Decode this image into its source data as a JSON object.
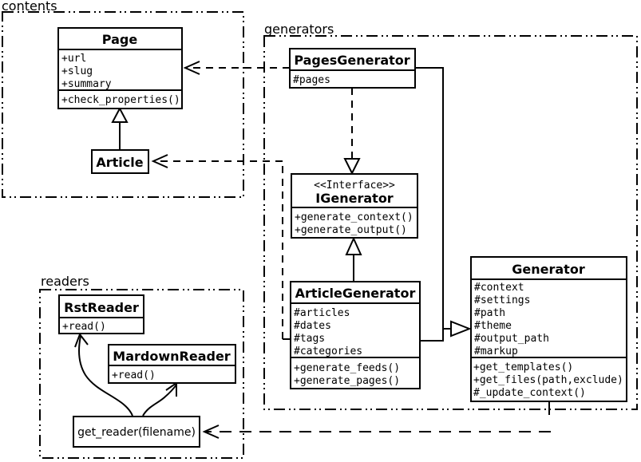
{
  "packages": {
    "contents": {
      "label": "contents"
    },
    "generators": {
      "label": "generators"
    },
    "readers": {
      "label": "readers"
    }
  },
  "classes": {
    "page": {
      "title": "Page",
      "attributes": [
        "+url",
        "+slug",
        "+summary"
      ],
      "methods": [
        "+check_properties()"
      ]
    },
    "article": {
      "title": "Article"
    },
    "pages_generator": {
      "title": "PagesGenerator",
      "attributes": [
        "#pages"
      ]
    },
    "igenerator": {
      "stereotype": "<<Interface>>",
      "title": "IGenerator",
      "methods": [
        "+generate_context()",
        "+generate_output()"
      ]
    },
    "article_generator": {
      "title": "ArticleGenerator",
      "attributes": [
        "#articles",
        "#dates",
        "#tags",
        "#categories"
      ],
      "methods": [
        "+generate_feeds()",
        "+generate_pages()"
      ]
    },
    "generator": {
      "title": "Generator",
      "attributes": [
        "#context",
        "#settings",
        "#path",
        "#theme",
        "#output_path",
        "#markup"
      ],
      "methods": [
        "+get_templates()",
        "+get_files(path,exclude)",
        "#_update_context()"
      ]
    },
    "rst_reader": {
      "title": "RstReader",
      "methods": [
        "+read()"
      ]
    },
    "markdown_reader": {
      "title": "MardownReader",
      "methods": [
        "+read()"
      ]
    },
    "get_reader": {
      "label": "get_reader(filename)"
    }
  },
  "relationships": [
    {
      "from": "Article",
      "to": "Page",
      "type": "generalization"
    },
    {
      "from": "PagesGenerator",
      "to": "Page",
      "type": "dependency"
    },
    {
      "from": "PagesGenerator",
      "to": "IGenerator",
      "type": "realization"
    },
    {
      "from": "ArticleGenerator",
      "to": "IGenerator",
      "type": "realization"
    },
    {
      "from": "PagesGenerator",
      "to": "Generator",
      "type": "generalization"
    },
    {
      "from": "ArticleGenerator",
      "to": "Generator",
      "type": "generalization"
    },
    {
      "from": "ArticleGenerator",
      "to": "Article",
      "type": "dependency"
    },
    {
      "from": "Generator",
      "to": "get_reader(filename)",
      "type": "dependency"
    },
    {
      "from": "get_reader(filename)",
      "to": "RstReader",
      "type": "dependency"
    },
    {
      "from": "get_reader(filename)",
      "to": "MardownReader",
      "type": "dependency"
    }
  ],
  "colors": {
    "line": "#000000",
    "background": "#ffffff",
    "text": "#000000"
  }
}
